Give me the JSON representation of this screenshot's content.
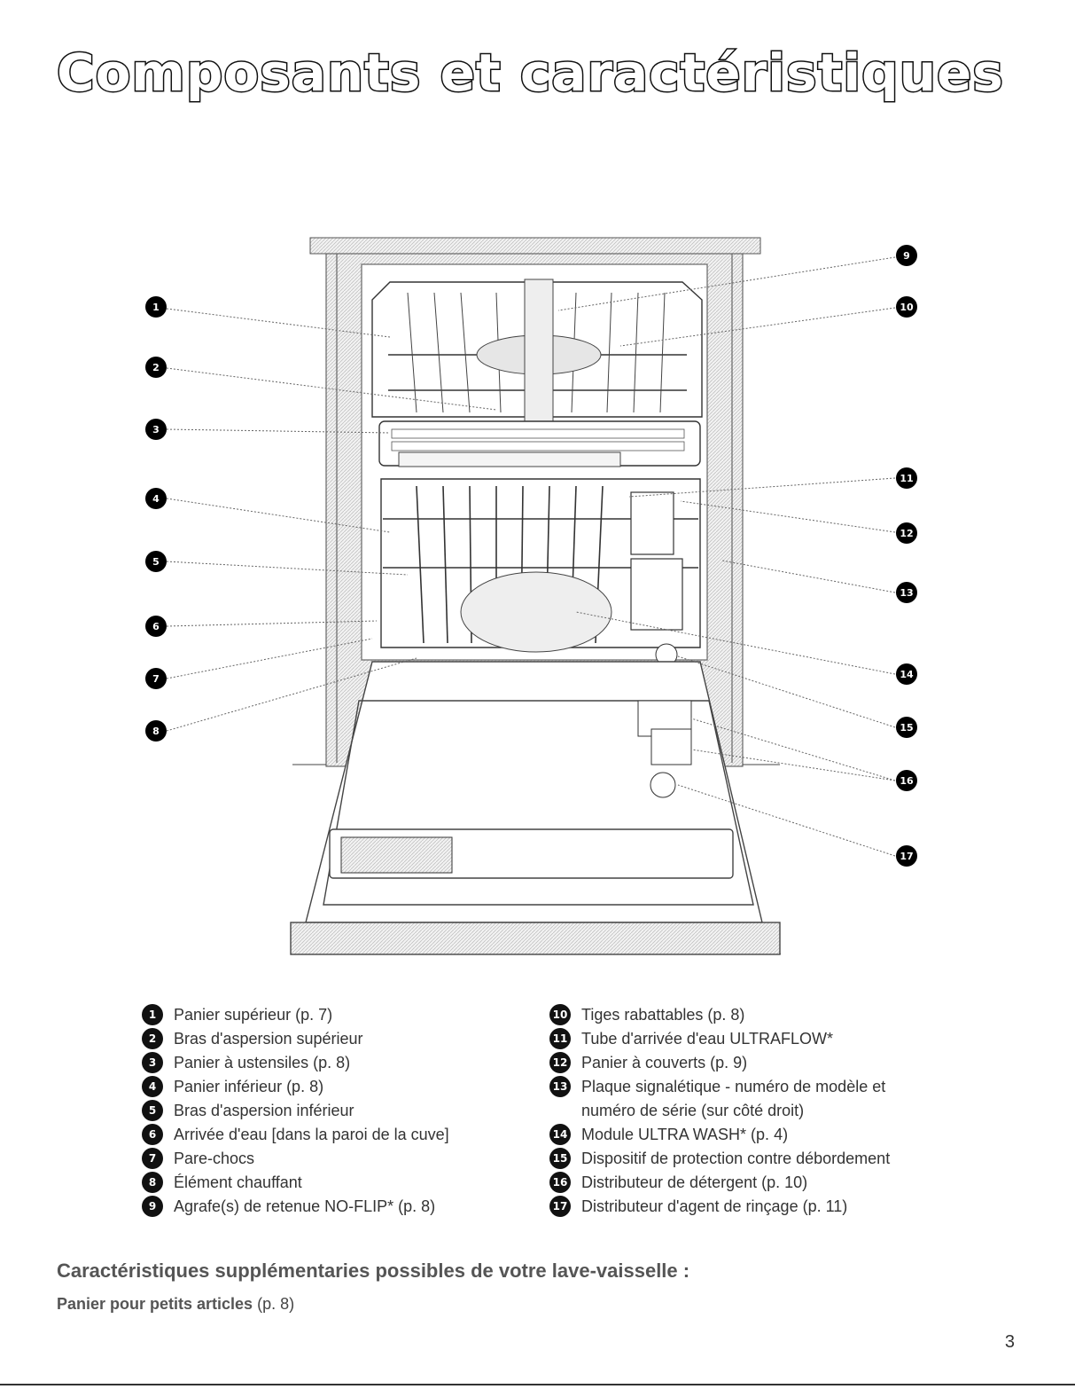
{
  "page": {
    "title": "Composants et caractéristiques",
    "page_number": "3"
  },
  "legend": {
    "left": [
      {
        "num": "1",
        "text": "Panier supérieur (p. 7)"
      },
      {
        "num": "2",
        "text": "Bras d'aspersion supérieur"
      },
      {
        "num": "3",
        "text": "Panier à ustensiles (p. 8)"
      },
      {
        "num": "4",
        "text": "Panier inférieur (p. 8)"
      },
      {
        "num": "5",
        "text": "Bras d'aspersion inférieur"
      },
      {
        "num": "6",
        "text": "Arrivée d'eau [dans la paroi de la cuve]"
      },
      {
        "num": "7",
        "text": "Pare-chocs"
      },
      {
        "num": "8",
        "text": "Élément chauffant"
      },
      {
        "num": "9",
        "text": "Agrafe(s) de retenue NO-FLIP* (p. 8)"
      }
    ],
    "right": [
      {
        "num": "10",
        "text": "Tiges rabattables (p. 8)"
      },
      {
        "num": "11",
        "text": "Tube d'arrivée d'eau ULTRAFLOW*"
      },
      {
        "num": "12",
        "text": "Panier à couverts (p. 9)"
      },
      {
        "num": "13",
        "text": "Plaque signalétique - numéro de modèle et numéro de série (sur côté droit)"
      },
      {
        "num": "14",
        "text": "Module ULTRA WASH* (p. 4)"
      },
      {
        "num": "15",
        "text": "Dispositif de protection contre débordement"
      },
      {
        "num": "16",
        "text": "Distributeur de détergent (p. 10)"
      },
      {
        "num": "17",
        "text": "Distributeur d'agent de rinçage (p. 11)"
      }
    ]
  },
  "diagram": {
    "callouts": [
      "1",
      "2",
      "3",
      "4",
      "5",
      "6",
      "7",
      "8",
      "9",
      "10",
      "11",
      "12",
      "13",
      "14",
      "15",
      "16",
      "17"
    ]
  },
  "extras": {
    "heading": "Caractéristiques supplémentaries possibles de votre lave-vaisselle :",
    "item_bold": "Panier pour petits articles",
    "item_ref": "(p. 8)"
  }
}
